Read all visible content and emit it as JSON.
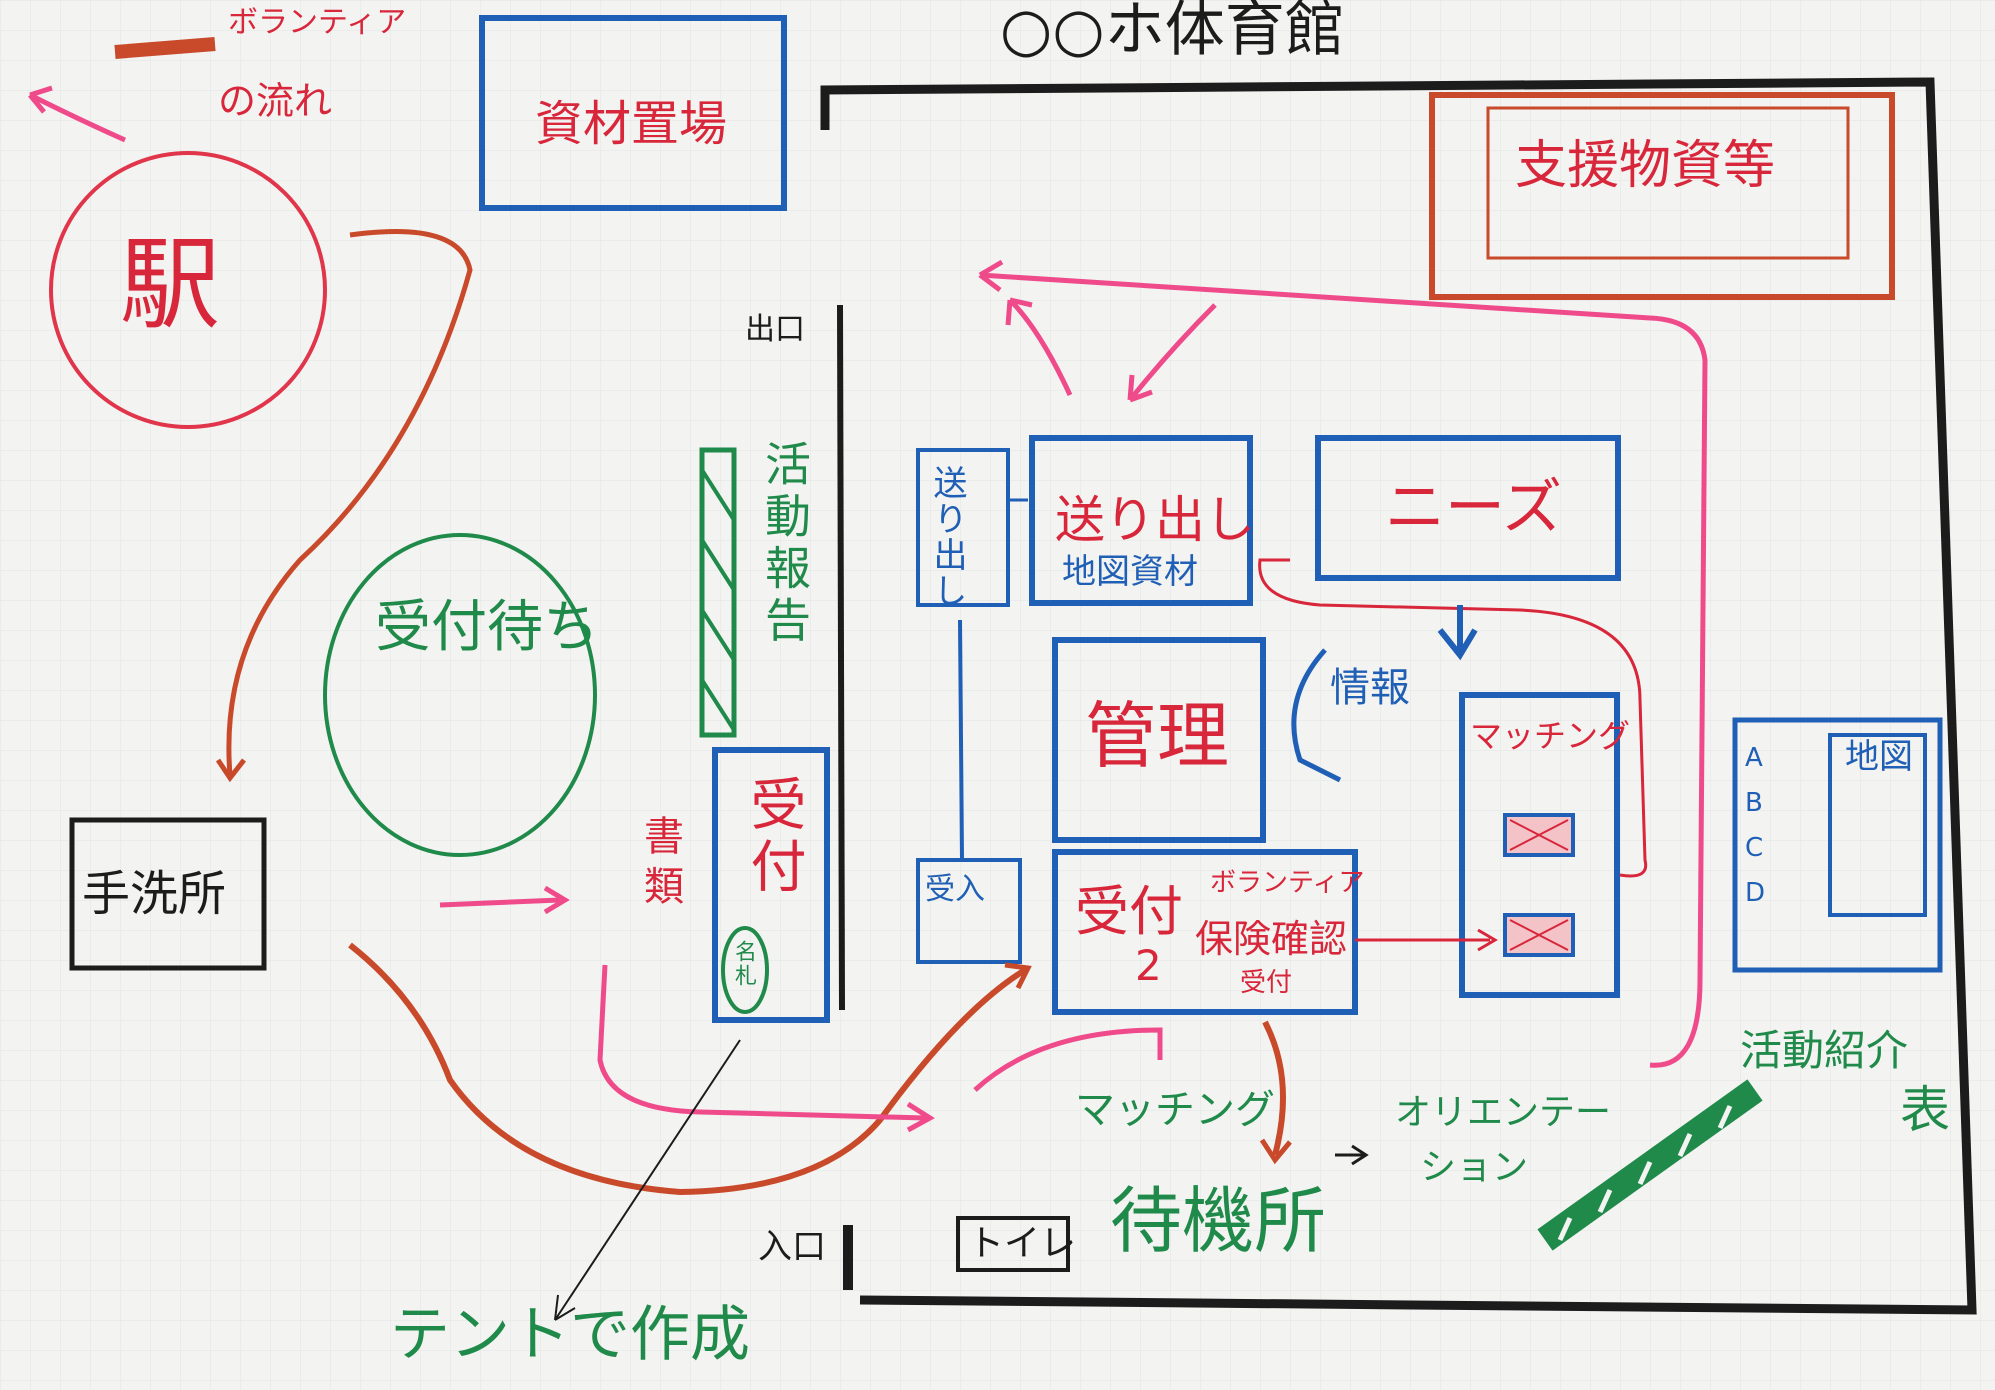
{
  "title": "○○ホ体育館",
  "legend": {
    "label": "ボランティア",
    "label2": "の流れ"
  },
  "labels": {
    "shizai_okiba": "資材置場",
    "shien_busshi": "支援物資等",
    "eki": "駅",
    "uketsuke_machi": "受付待ち",
    "tearaijo": "手洗所",
    "deguchi": "出口",
    "katsudo_hokoku": "活動報告",
    "uketsuke": "受付",
    "fuda": "名札",
    "shoseki": "書類",
    "okuridashi_small": "送り出し",
    "okuridashi": "送り出し",
    "chizu_shizai": "地図資材",
    "needs": "ニーズ",
    "kanri": "管理",
    "joho": "情報",
    "matching": "マッチング",
    "hensu": "受入",
    "uketsuke2_main": "受付",
    "uketsuke2_num": "2",
    "vol_sub1": "ボランティア",
    "vol_sub2": "保険確認",
    "vol_sub3": "受付",
    "matching_below": "マッチング",
    "orientation1": "オリエンテー",
    "orientation2": "ション",
    "taikijo": "待機所",
    "toilet": "トイレ",
    "iriguchi": "入口",
    "katsudo_shokai": "活動紹介",
    "hyo": "表",
    "tent": "テントで作成",
    "abcd": [
      "A",
      "B",
      "C",
      "D"
    ],
    "chizu": "地図"
  },
  "colors": {
    "red": "#d8263a",
    "green": "#1f8a4a",
    "blue": "#1f5fb5",
    "black": "#1c1c1c",
    "pink": "#ef4b8b",
    "brown": "#c94a2b"
  }
}
